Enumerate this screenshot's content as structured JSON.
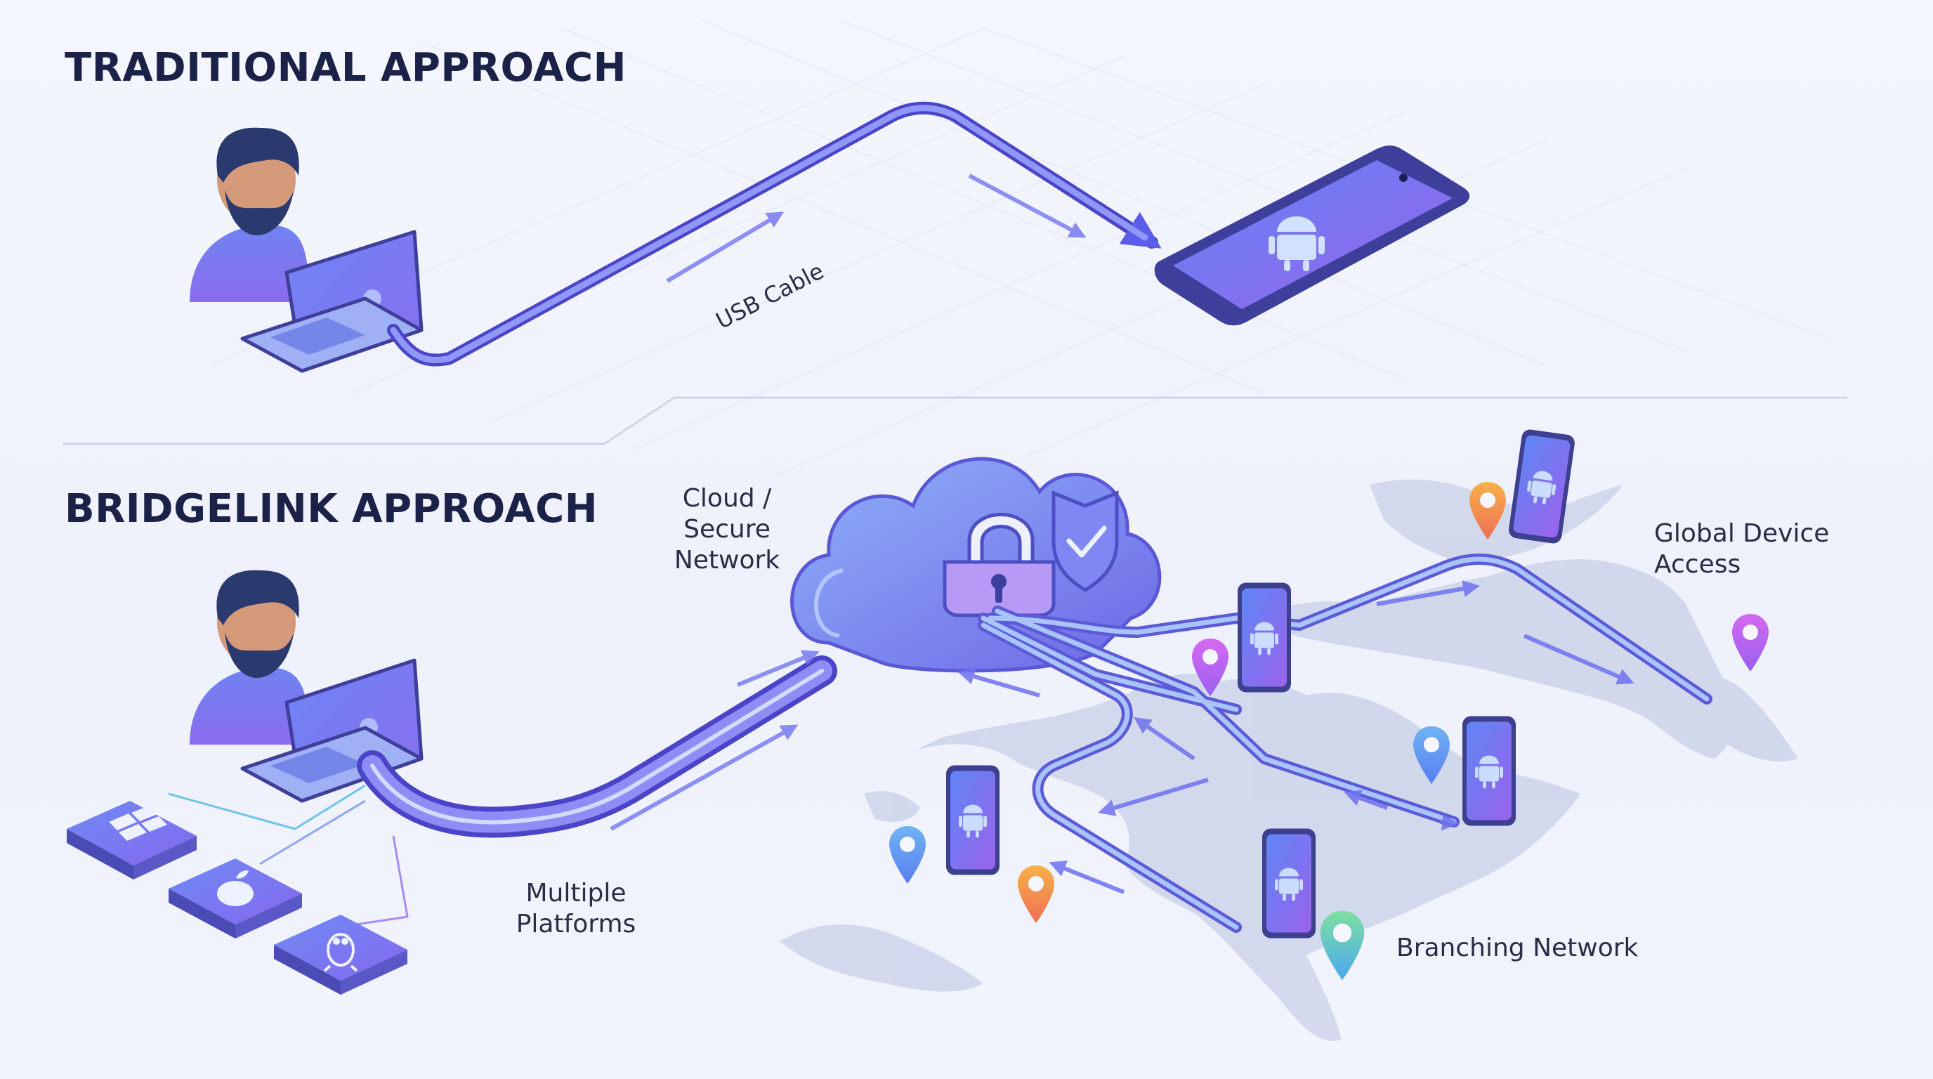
{
  "sections": {
    "traditional": {
      "heading": "TRADITIONAL APPROACH",
      "cable_label": "USB Cable"
    },
    "bridgelink": {
      "heading": "BRIDGELINK APPROACH",
      "cloud_label_line1": "Cloud /",
      "cloud_label_line2": "Secure",
      "cloud_label_line3": "Network",
      "platforms_label_line1": "Multiple",
      "platforms_label_line2": "Platforms",
      "global_label_line1": "Global Device",
      "global_label_line2": "Access",
      "branching_label": "Branching Network"
    }
  },
  "platforms": [
    {
      "name": "windows",
      "icon": "windows-logo-icon"
    },
    {
      "name": "apple",
      "icon": "apple-logo-icon"
    },
    {
      "name": "linux",
      "icon": "linux-penguin-icon"
    }
  ],
  "icons": {
    "person": "person-avatar-icon",
    "laptop": "laptop-icon",
    "phone": "android-phone-icon",
    "cloud": "cloud-icon",
    "lock": "padlock-icon",
    "shield": "shield-check-icon",
    "pin": "map-pin-icon"
  },
  "colors": {
    "heading": "#1c2147",
    "accent": "#6b6ef2",
    "cable": "#7e7df4",
    "cloud": "#7a8ef0",
    "map": "#c7cfe6"
  }
}
